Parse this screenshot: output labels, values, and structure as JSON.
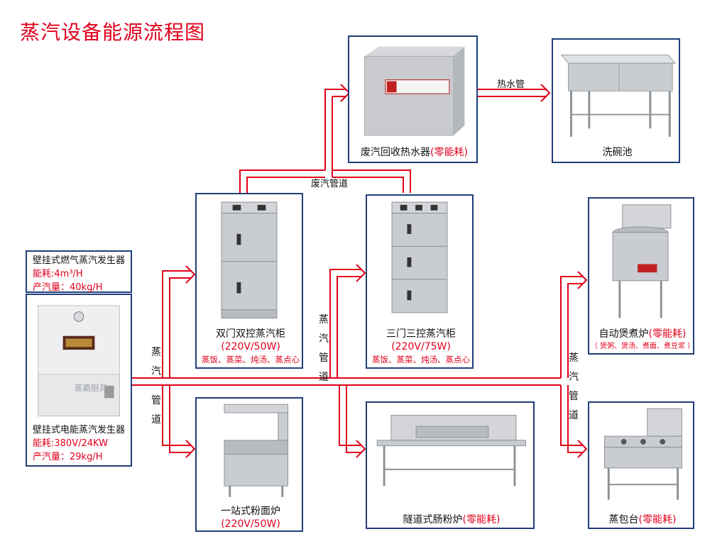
{
  "title": "蒸汽设备能源流程图",
  "pipe_labels": {
    "hot_water": "热水管",
    "waste_steam": "废汽管道",
    "steam_left": [
      "蒸",
      "汽",
      "管",
      "道"
    ],
    "steam_mid": [
      "蒸",
      "汽",
      "管",
      "道"
    ],
    "steam_right": [
      "蒸",
      "汽",
      "管",
      "道"
    ]
  },
  "gas_generator": {
    "name": "壁挂式燃气蒸汽发生器",
    "power": "能耗:4m³/H",
    "output": "产汽量：40kg/H"
  },
  "electric_generator": {
    "name": "壁挂式电能蒸汽发生器",
    "power": "能耗:380V/24KW",
    "output": "产汽量：29kg/H",
    "brand": "蒸霸厨具"
  },
  "waste_heater": {
    "name": "废汽回收热水器",
    "tag": "(零能耗)"
  },
  "sink": {
    "name": "洗碗池"
  },
  "double_cabinet": {
    "name": "双门双控蒸汽柜",
    "spec": "(220V/50W)",
    "uses": "蒸饭、蒸菜、炖汤、蒸点心"
  },
  "triple_cabinet": {
    "name": "三门三控蒸汽柜",
    "spec": "(220V/75W)",
    "uses": "蒸饭、蒸菜、炖汤、蒸点心"
  },
  "auto_boiler": {
    "name": "自动煲煮炉",
    "tag": "(零能耗)",
    "uses": "（ 煲粥、煲汤、煮面、煮豆浆 ）"
  },
  "noodle_stove": {
    "name": "一站式粉面炉",
    "spec": "(220V/50W)"
  },
  "tunnel_stove": {
    "name": "隧道式肠粉炉",
    "tag": "(零能耗)"
  },
  "bun_steamer": {
    "name": "蒸包台",
    "tag": "(零能耗)"
  },
  "watermark": "蒸霸厨具",
  "colors": {
    "pipe": "#e0001b",
    "frame": "#1f3f7a",
    "steel": "#c9ccd0"
  }
}
